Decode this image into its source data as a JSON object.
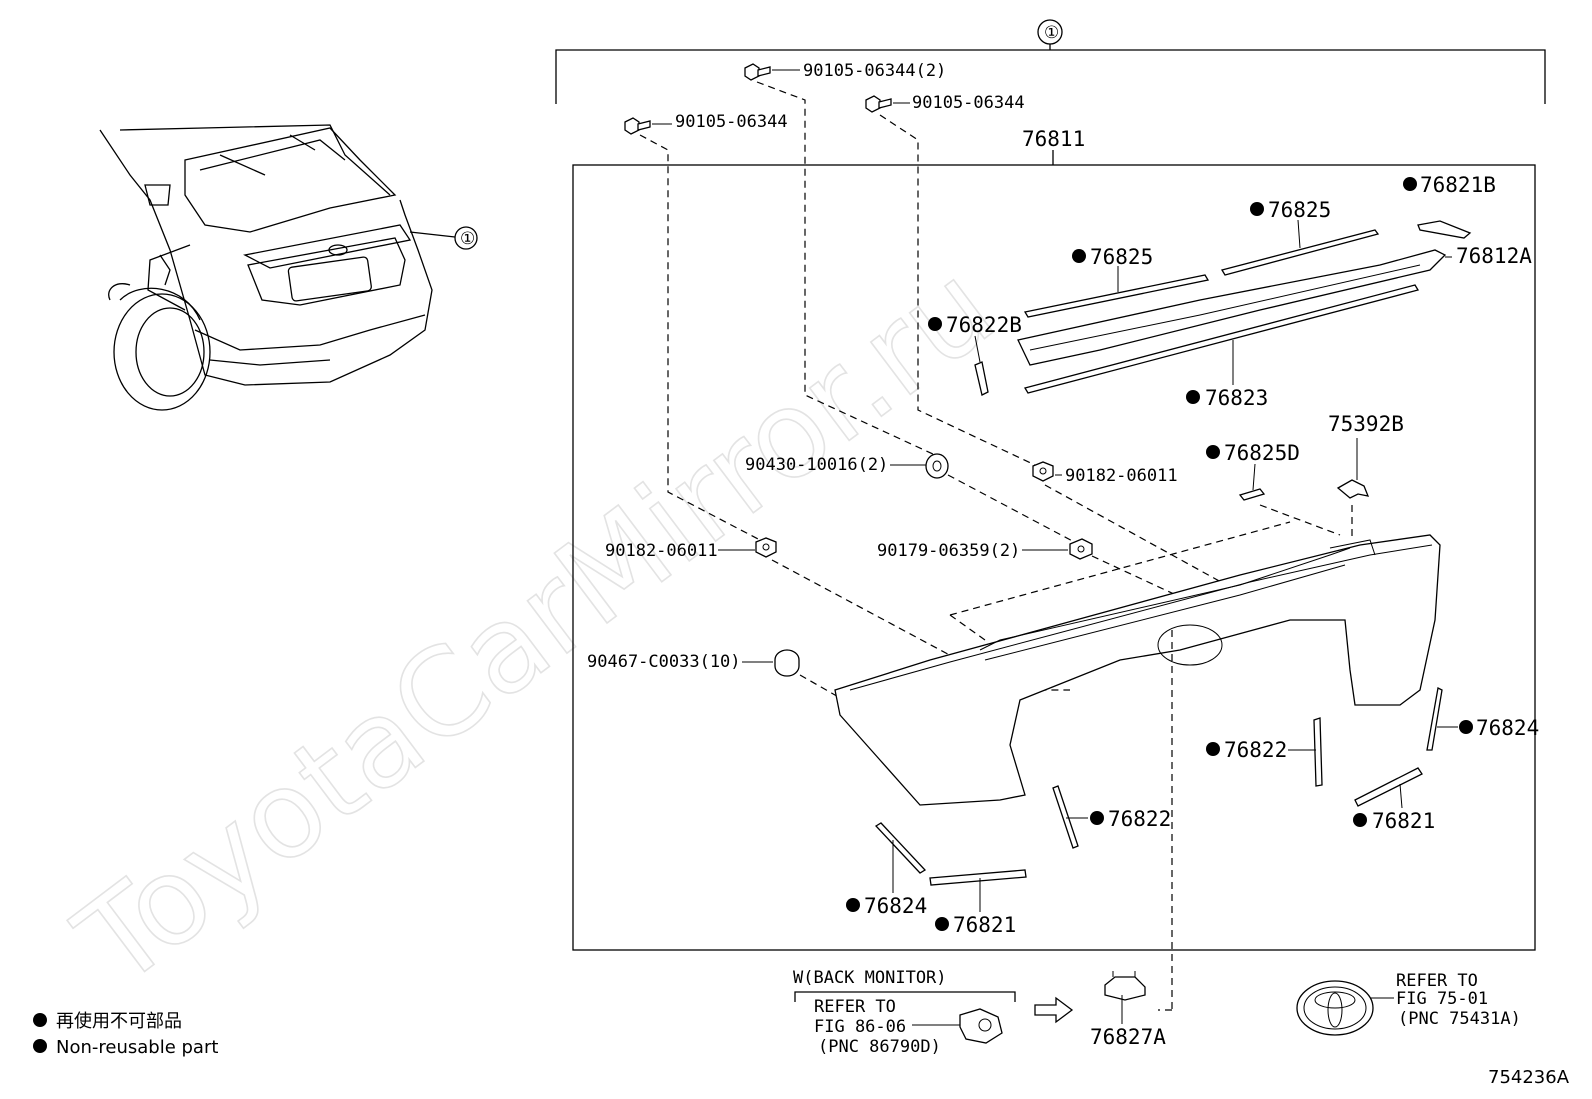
{
  "callout_number": "①",
  "watermark": "ToyotaCarMirror.ru",
  "assembly_part_number": "76811",
  "fasteners": {
    "bolt_top": "90105-06344(2)",
    "bolt_left": "90105-06344",
    "bolt_right": "90105-06344",
    "nut_9043": "90430-10016(2)",
    "nut_right": "90182-06011",
    "nut_left": "90182-06011",
    "clip_90179": "90179-06359(2)",
    "clip_90467": "90467-C0033(10)"
  },
  "parts": {
    "p76821B": "76821B",
    "p76825_upper": "76825",
    "p76825_lower": "76825",
    "p76812A": "76812A",
    "p76822B": "76822B",
    "p76823": "76823",
    "p75392B": "75392B",
    "p76825D": "76825D",
    "p76824_right": "76824",
    "p76822_right": "76822",
    "p76821_right": "76821",
    "p76822_center": "76822",
    "p76824_left": "76824",
    "p76821_left": "76821",
    "p76827A": "76827A"
  },
  "back_monitor": {
    "heading": "W(BACK MONITOR)",
    "refer": "REFER TO",
    "fig": "FIG 86-06",
    "pnc": "(PNC 86790D)"
  },
  "emblem_ref": {
    "refer": "REFER TO",
    "fig": "FIG 75-01",
    "pnc": "(PNC 75431A)"
  },
  "legend": {
    "japanese": "再使用不可部品",
    "english": "Non-reusable part"
  },
  "figure_id": "754236A"
}
